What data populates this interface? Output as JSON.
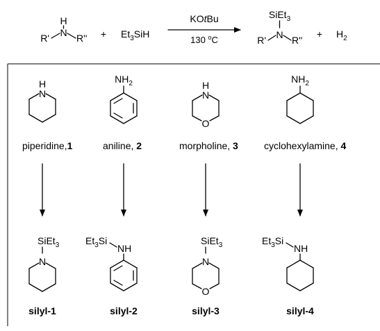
{
  "equation": {
    "amine_N": "N",
    "amine_H": "H",
    "amine_R1": "R'",
    "amine_R2": "R''",
    "plus": "+",
    "silane": "Et3SiH",
    "reagent": "KOtBu",
    "condition": "130 oC",
    "product_N": "N",
    "product_group": "SiEt3",
    "product_R1": "R'",
    "product_R2": "R''",
    "byproduct": "H2"
  },
  "substrates": [
    {
      "name": "piperidine,",
      "number": "1",
      "atom": "H",
      "hetero": "N",
      "product": "silyl-1",
      "product_group": "SiEt3",
      "product_N": "N"
    },
    {
      "name": "aniline, ",
      "number": "2",
      "group": "NH2",
      "product": "silyl-2",
      "product_group": "Et3Si",
      "product_N": "NH"
    },
    {
      "name": "morpholine, ",
      "number": "3",
      "atom": "H",
      "hetero": "N",
      "o_atom": "O",
      "product": "silyl-3",
      "product_group": "SiEt3",
      "product_N": "N",
      "product_O": "O"
    },
    {
      "name": "cyclohexylamine, ",
      "number": "4",
      "group": "NH2",
      "product": "silyl-4",
      "product_group": "Et3Si",
      "product_N": "NH"
    }
  ]
}
